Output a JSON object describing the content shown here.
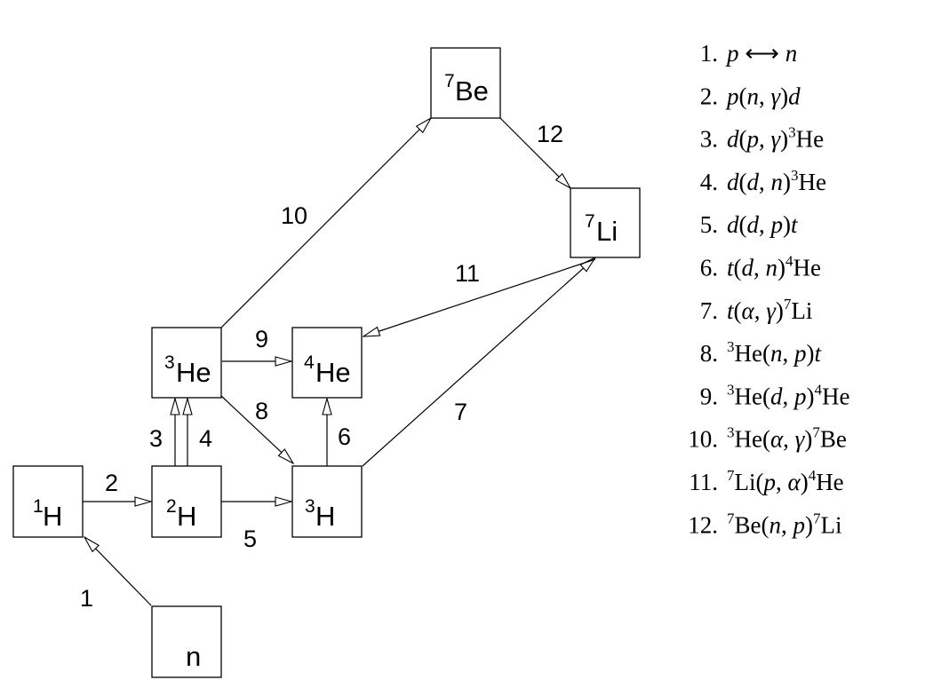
{
  "nodes": {
    "n": {
      "sup": "",
      "sym": "n"
    },
    "h1": {
      "sup": "1",
      "sym": "H"
    },
    "h2": {
      "sup": "2",
      "sym": "H"
    },
    "h3": {
      "sup": "3",
      "sym": "H"
    },
    "he3": {
      "sup": "3",
      "sym": "He"
    },
    "he4": {
      "sup": "4",
      "sym": "He"
    },
    "be7": {
      "sup": "7",
      "sym": "Be"
    },
    "li7": {
      "sup": "7",
      "sym": "Li"
    }
  },
  "edges": [
    "1",
    "2",
    "3",
    "4",
    "5",
    "6",
    "7",
    "8",
    "9",
    "10",
    "11",
    "12"
  ],
  "reactions": [
    {
      "num": "1.",
      "html": "<tspan class='it'>p</tspan> ⟷ <tspan class='it'>n</tspan>"
    },
    {
      "num": "2.",
      "html": "<tspan class='it'>p</tspan>(<tspan class='it'>n</tspan>, <tspan class='it'>γ</tspan>)<tspan class='it'>d</tspan>"
    },
    {
      "num": "3.",
      "html": "<tspan class='it'>d</tspan>(<tspan class='it'>p</tspan>, <tspan class='it'>γ</tspan>)<tspan class='legend-sup' dy='-11'>3</tspan><tspan dy='11'>He</tspan>"
    },
    {
      "num": "4.",
      "html": "<tspan class='it'>d</tspan>(<tspan class='it'>d</tspan>, <tspan class='it'>n</tspan>)<tspan class='legend-sup' dy='-11'>3</tspan><tspan dy='11'>He</tspan>"
    },
    {
      "num": "5.",
      "html": "<tspan class='it'>d</tspan>(<tspan class='it'>d</tspan>, <tspan class='it'>p</tspan>)<tspan class='it'>t</tspan>"
    },
    {
      "num": "6.",
      "html": "<tspan class='it'>t</tspan>(<tspan class='it'>d</tspan>, <tspan class='it'>n</tspan>)<tspan class='legend-sup' dy='-11'>4</tspan><tspan dy='11'>He</tspan>"
    },
    {
      "num": "7.",
      "html": "<tspan class='it'>t</tspan>(<tspan class='it'>α</tspan>, <tspan class='it'>γ</tspan>)<tspan class='legend-sup' dy='-11'>7</tspan><tspan dy='11'>Li</tspan>"
    },
    {
      "num": "8.",
      "html": "<tspan class='legend-sup' dy='-11'>3</tspan><tspan dy='11'>He(</tspan><tspan class='it'>n</tspan>, <tspan class='it'>p</tspan>)<tspan class='it'>t</tspan>"
    },
    {
      "num": "9.",
      "html": "<tspan class='legend-sup' dy='-11'>3</tspan><tspan dy='11'>He(</tspan><tspan class='it'>d</tspan>, <tspan class='it'>p</tspan>)<tspan class='legend-sup' dy='-11'>4</tspan><tspan dy='11'>He</tspan>"
    },
    {
      "num": "10.",
      "html": "<tspan class='legend-sup' dy='-11'>3</tspan><tspan dy='11'>He(</tspan><tspan class='it'>α</tspan>, <tspan class='it'>γ</tspan>)<tspan class='legend-sup' dy='-11'>7</tspan><tspan dy='11'>Be</tspan>"
    },
    {
      "num": "11.",
      "html": "<tspan class='legend-sup' dy='-11'>7</tspan><tspan dy='11'>Li(</tspan><tspan class='it'>p</tspan>, <tspan class='it'>α</tspan>)<tspan class='legend-sup' dy='-11'>4</tspan><tspan dy='11'>He</tspan>"
    },
    {
      "num": "12.",
      "html": "<tspan class='legend-sup' dy='-11'>7</tspan><tspan dy='11'>Be(</tspan><tspan class='it'>n</tspan>, <tspan class='it'>p</tspan>)<tspan class='legend-sup' dy='-11'>7</tspan><tspan dy='11'>Li</tspan>"
    }
  ],
  "reactions_plain": [
    "p ⟷ n",
    "p(n, γ)d",
    "d(p, γ)3He",
    "d(d, n)3He",
    "d(d, p)t",
    "t(d, n)4He",
    "t(α, γ)7Li",
    "3He(n, p)t",
    "3He(d, p)4He",
    "3He(α, γ)7Be",
    "7Li(p, α)4He",
    "7Be(n, p)7Li"
  ]
}
